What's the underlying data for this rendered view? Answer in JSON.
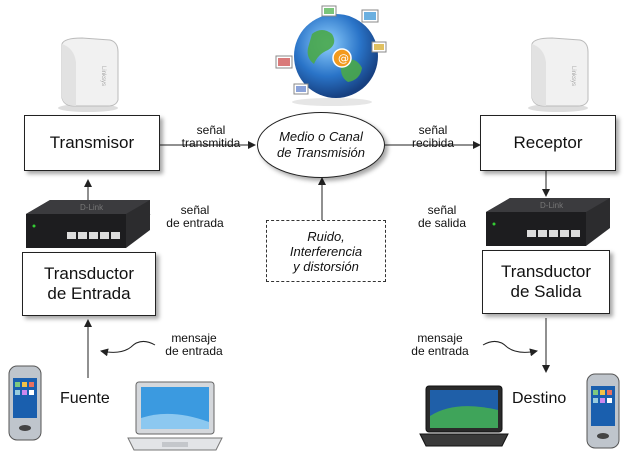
{
  "nodes": {
    "transmisor": "Transmisor",
    "receptor": "Receptor",
    "medio": [
      "Medio o Canal",
      "de Transmisión"
    ],
    "ruido": [
      "Ruido,",
      "Interferencia",
      "y distorsión"
    ],
    "transductor_entrada": [
      "Transductor",
      "de Entrada"
    ],
    "transductor_salida": [
      "Transductor",
      "de Salida"
    ],
    "fuente": "Fuente",
    "destino": "Destino"
  },
  "labels": {
    "senal_transmitida": [
      "señal",
      "transmitida"
    ],
    "senal_recibida": [
      "señal",
      "recibida"
    ],
    "senal_entrada": [
      "señal",
      "de entrada"
    ],
    "senal_salida": [
      "señal",
      "de salida"
    ],
    "mensaje_entrada_left": [
      "mensaje",
      "de entrada"
    ],
    "mensaje_entrada_right": [
      "mensaje",
      "de entrada"
    ]
  },
  "switch_brand": "D-Link",
  "router_brand": "Linksys",
  "icons": [
    "router-icon",
    "network-switch-icon",
    "smartphone-icon",
    "laptop-icon",
    "globe-network-icon"
  ],
  "colors": {
    "box_border": "#222222",
    "arrow": "#222222",
    "globe": "#2a74c8",
    "switch_body": "#2c2c2e"
  }
}
